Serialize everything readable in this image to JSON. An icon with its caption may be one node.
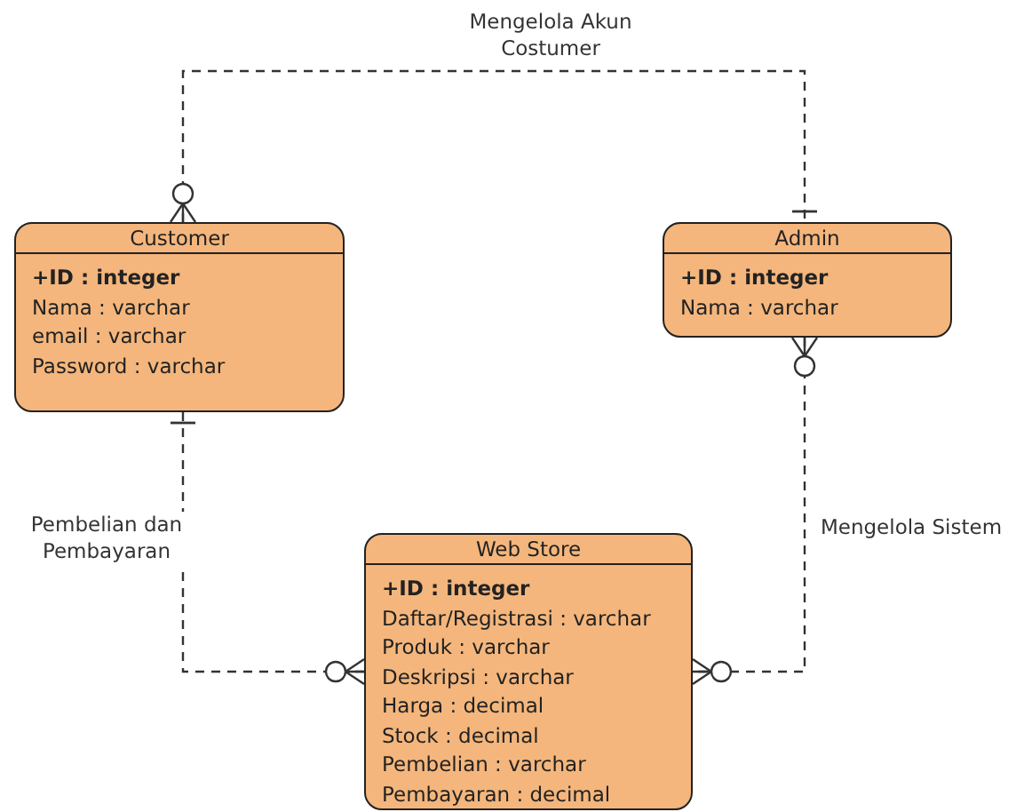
{
  "diagram": {
    "nodes": [
      {
        "text": [
          "Customer",
          "+ID : integer",
          "Nama : varchar",
          "email : varchar",
          "Password : varchar"
        ]
      },
      {
        "text": [
          "Admin",
          "+ID : integer",
          "Nama : varchar"
        ]
      },
      {
        "text": [
          "Web Store",
          "+ID : integer",
          "Daftar/Registrasi : varchar",
          "Produk : varchar",
          "Deskripsi : varchar",
          "Harga : decimal",
          "Stock : decimal",
          "Pembelian : varchar",
          "Pembayaran : decimal"
        ]
      }
    ],
    "edges": [
      {
        "from": 0,
        "to": 1,
        "arrow": "other",
        "style": "dashed",
        "label": "Mengelola Akun Costumer"
      },
      {
        "from": 0,
        "to": 2,
        "arrow": "other",
        "style": "dashed",
        "label": "Pembelian dan Pembayaran"
      },
      {
        "from": 1,
        "to": 2,
        "arrow": "other",
        "style": "dashed",
        "label": "Mengelola Sistem"
      }
    ]
  }
}
